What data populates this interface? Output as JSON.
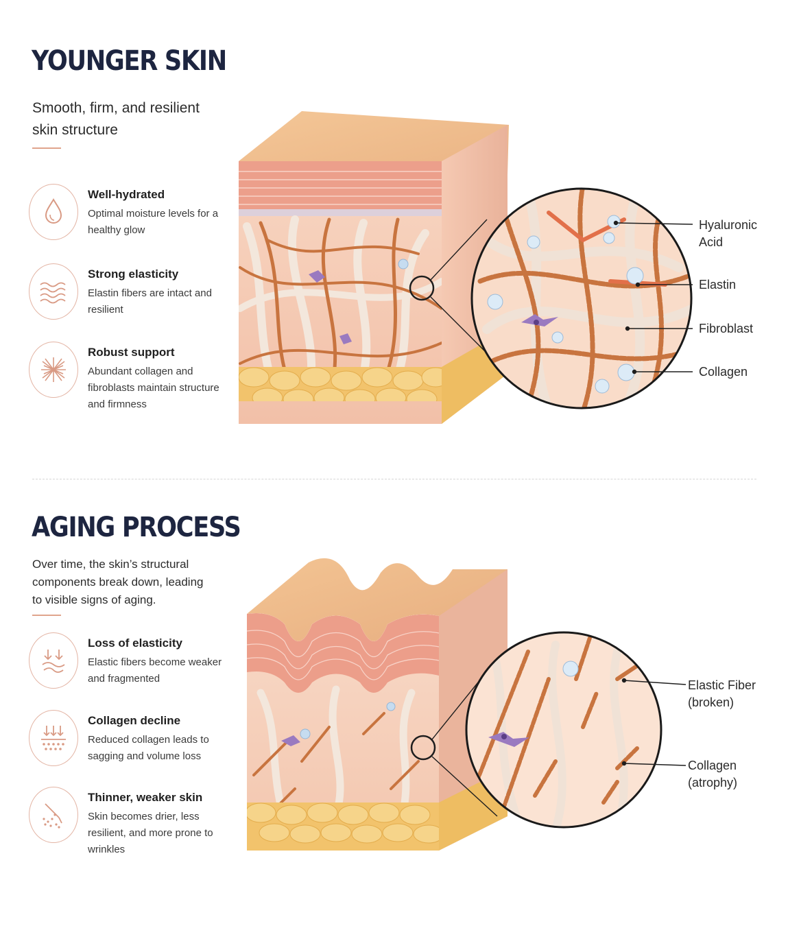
{
  "young": {
    "title": "YOUNGER SKIN",
    "subtitle_line1": "Smooth, firm, and resilient",
    "subtitle_line2": "skin structure",
    "features": [
      {
        "icon": "droplet-icon",
        "title": "Well-hydrated",
        "desc": "Optimal moisture levels for a healthy glow"
      },
      {
        "icon": "waves-icon",
        "title": "Strong elasticity",
        "desc": "Elastin fibers are intact and resilient"
      },
      {
        "icon": "mesh-icon",
        "title": "Robust support",
        "desc": "Abundant collagen and fibroblasts maintain structure and firmness"
      }
    ],
    "callouts": {
      "hyaluronic_1": "Hyaluronic",
      "hyaluronic_2": "Acid",
      "elastin": "Elastin",
      "fibroblast": "Fibroblast",
      "collagen": "Collagen"
    }
  },
  "aging": {
    "title": "AGING PROCESS",
    "subtitle_line1": "Over time, the skin’s structural",
    "subtitle_line2": "components break down, leading",
    "subtitle_line3": "to visible signs of aging.",
    "features": [
      {
        "icon": "arrows-down-wave-icon",
        "title": "Loss of elasticity",
        "desc": "Elastic fibers become weaker and fragmented"
      },
      {
        "icon": "arrows-down-dots-icon",
        "title": "Collagen decline",
        "desc": "Reduced collagen leads to sagging and volume loss"
      },
      {
        "icon": "dry-skin-icon",
        "title": "Thinner, weaker skin",
        "desc": "Skin becomes drier, less resilient, and more prone to wrinkles"
      }
    ],
    "callouts": {
      "elastic_1": "Elastic Fiber",
      "elastic_2": "(broken)",
      "collagen_1": "Collagen",
      "collagen_2": "(atrophy)"
    }
  },
  "colors": {
    "title": "#1d2540",
    "accent": "#e0a48c",
    "skin_surface": "#f2c08f",
    "epidermis": "#e99a86",
    "dermis": "#f7cdb7",
    "fat": "#f3c46a",
    "collagen": "#f6ece2",
    "elastin": "#c9743e",
    "fibroblast": "#9a7ac0",
    "hyaluronic": "#c6dcf0"
  }
}
